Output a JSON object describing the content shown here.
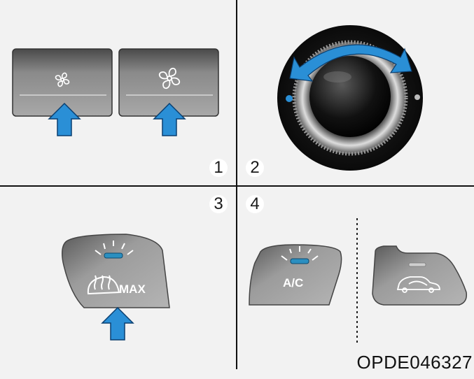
{
  "panels": [
    {
      "number": "1",
      "content": [
        "fan-speed-decrease-button",
        "fan-speed-increase-button"
      ]
    },
    {
      "number": "2",
      "content": [
        "fan-speed-knob"
      ]
    },
    {
      "number": "3",
      "content": [
        "front-defrost-max-button"
      ]
    },
    {
      "number": "4",
      "content": [
        "ac-button",
        "air-intake-button"
      ]
    }
  ],
  "buttons": {
    "defrost_max_label": "MAX",
    "ac_label": "A/C"
  },
  "figure_code": "OPDE046327",
  "colors": {
    "arrow": "#2a8fd6",
    "indicator": "#2b8fc0",
    "background": "#f2f2f2",
    "divider": "#111111"
  },
  "icons": [
    "fan-low-icon",
    "fan-high-icon",
    "defrost-icon",
    "recirculation-car-icon",
    "press-arrow-icon",
    "rotate-arrow-icon"
  ]
}
